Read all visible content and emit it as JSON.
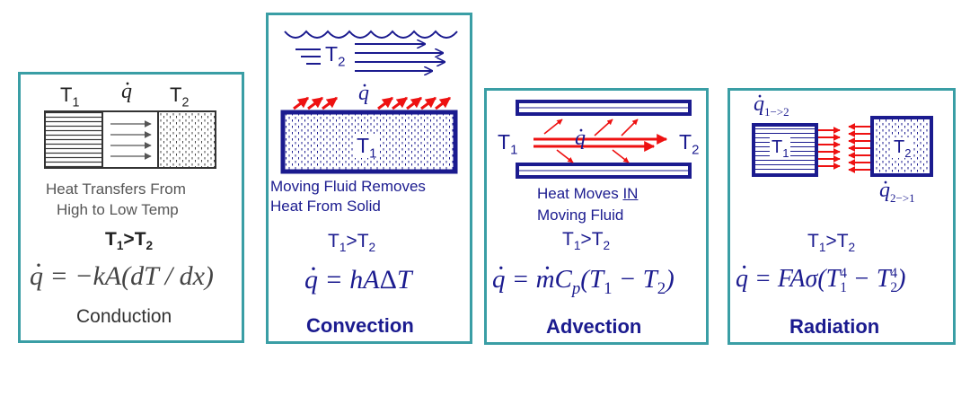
{
  "colors": {
    "panel_border": "#3a9ea5",
    "navy": "#1b1b8f",
    "red": "#ee1111",
    "gray": "#555555"
  },
  "panels": {
    "conduction": {
      "t1": "T",
      "t1_sub": "1",
      "q": "q",
      "t2": "T",
      "t2_sub": "2",
      "desc_line1": "Heat Transfers From",
      "desc_line2": "High to Low Temp",
      "cmp_a": "T",
      "cmp_a_sub": "1",
      "cmp_op": ">",
      "cmp_b": "T",
      "cmp_b_sub": "2",
      "eq_lhs": "q",
      "eq_rhs": " = −kA(dT / dx)",
      "title": "Conduction"
    },
    "convection": {
      "t2": "T",
      "t2_sub": "2",
      "q": "q",
      "t1": "T",
      "t1_sub": "1",
      "desc_line1": "Moving Fluid Removes",
      "desc_line2": "Heat From Solid",
      "cmp_a": "T",
      "cmp_a_sub": "1",
      "cmp_op": ">",
      "cmp_b": "T",
      "cmp_b_sub": "2",
      "eq_lhs": "q",
      "eq_rhs": " = hA",
      "eq_delta": "Δ",
      "eq_end": "T",
      "title": "Convection"
    },
    "advection": {
      "t1": "T",
      "t1_sub": "1",
      "q": "q",
      "t2": "T",
      "t2_sub": "2",
      "desc_line1_a": "Heat Moves ",
      "desc_line1_b": "IN",
      "desc_line2": "Moving Fluid",
      "cmp_a": "T",
      "cmp_a_sub": "1",
      "cmp_op": ">",
      "cmp_b": "T",
      "cmp_b_sub": "2",
      "eq_lhs": "q",
      "eq_mid": " = ",
      "eq_m": "m",
      "eq_c": "C",
      "eq_c_sub": "p",
      "eq_paren": "(T",
      "eq_s1": "1",
      "eq_minus": " − T",
      "eq_s2": "2",
      "eq_close": ")",
      "title": "Advection"
    },
    "radiation": {
      "q12": "q",
      "q12_sub": "1−>2",
      "t1": "T",
      "t1_sub": "1",
      "t2": "T",
      "t2_sub": "2",
      "q21": "q",
      "q21_sub": "2−>1",
      "cmp_a": "T",
      "cmp_a_sub": "1",
      "cmp_op": ">",
      "cmp_b": "T",
      "cmp_b_sub": "2",
      "eq_lhs": "q",
      "eq_mid": " = FA",
      "eq_sigma": "σ",
      "eq_paren": "(T",
      "eq_s1": "1",
      "eq_p1": "4",
      "eq_minus": " − T",
      "eq_s2": "2",
      "eq_p2": "4",
      "eq_close": ")",
      "title": "Radiation"
    }
  }
}
